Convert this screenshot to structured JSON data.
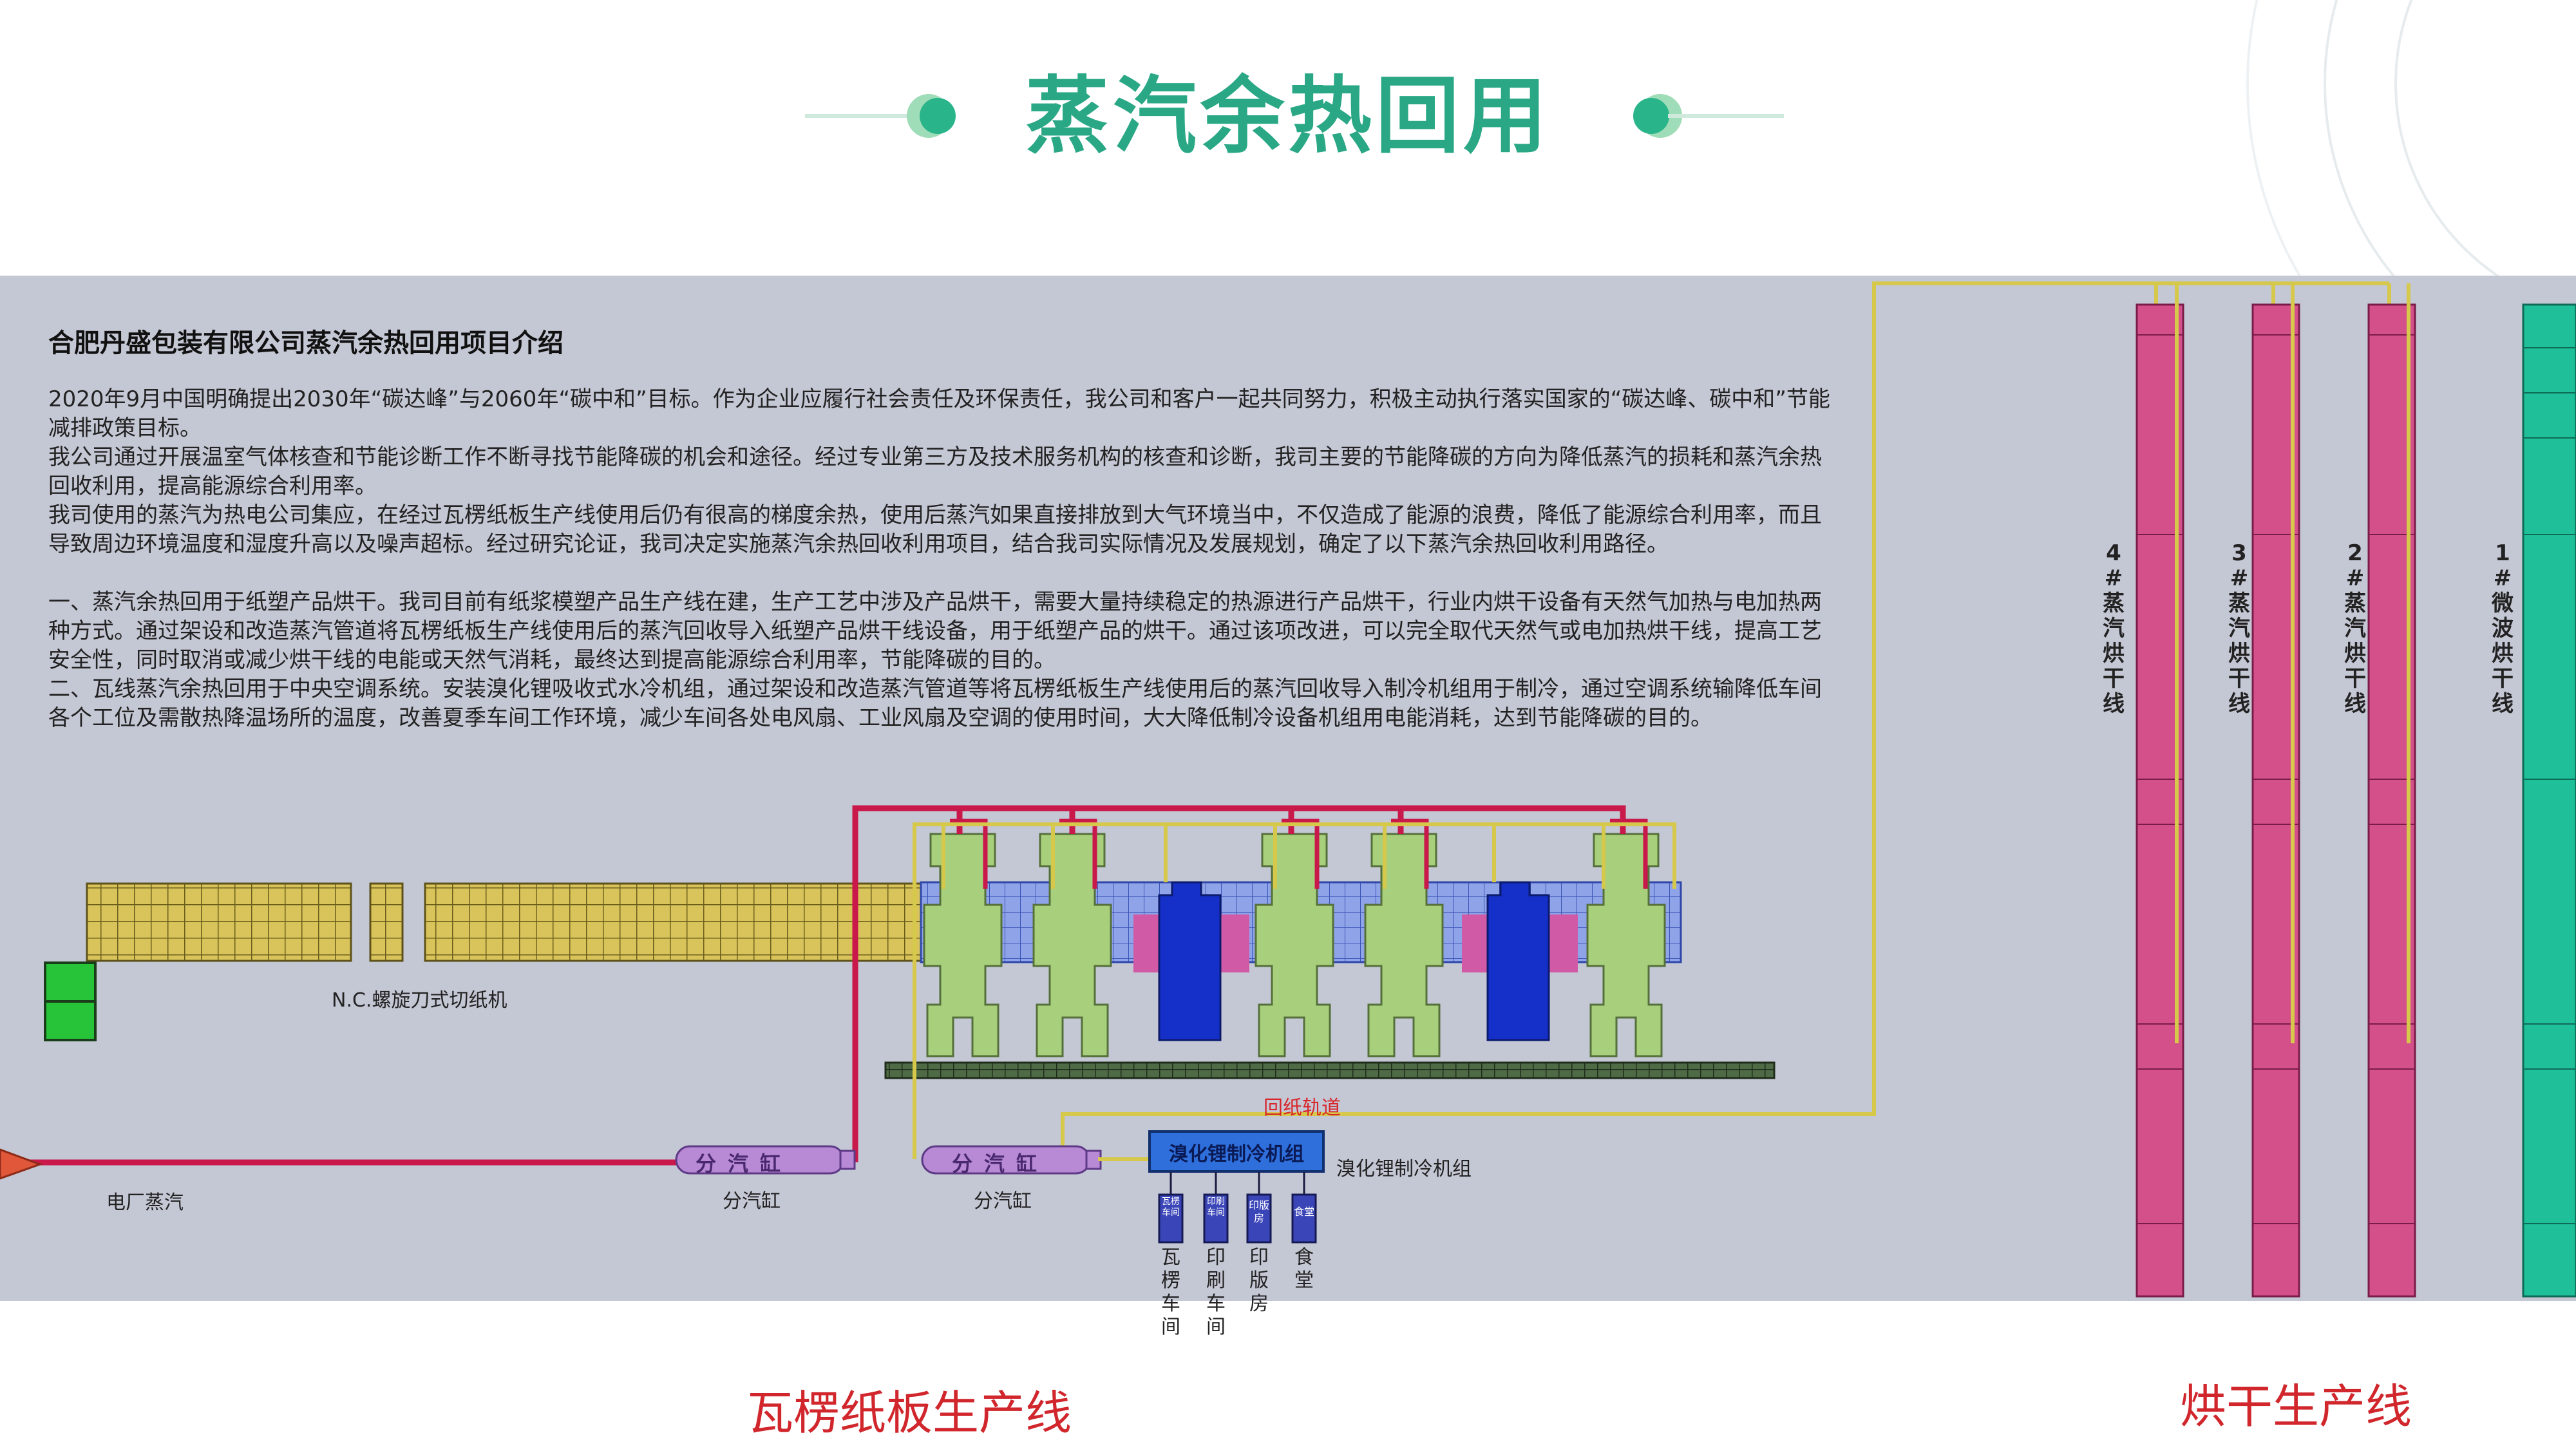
{
  "page": {
    "title": "蒸汽余热回用"
  },
  "intro": {
    "title": "合肥丹盛包装有限公司蒸汽余热回用项目介绍",
    "paragraphs": [
      "2020年9月中国明确提出2030年“碳达峰”与2060年“碳中和”目标。作为企业应履行社会责任及环保责任，我公司和客户一起共同努力，积极主动执行落实国家的“碳达峰、碳中和”节能减排政策目标。",
      "我公司通过开展温室气体核查和节能诊断工作不断寻找节能降碳的机会和途径。经过专业第三方及技术服务机构的核查和诊断，我司主要的节能降碳的方向为降低蒸汽的损耗和蒸汽余热回收利用，提高能源综合利用率。",
      "我司使用的蒸汽为热电公司集应，在经过瓦楞纸板生产线使用后仍有很高的梯度余热，使用后蒸汽如果直接排放到大气环境当中，不仅造成了能源的浪费，降低了能源综合利用率，而且导致周边环境温度和湿度升高以及噪声超标。经过研究论证，我司决定实施蒸汽余热回收利用项目，结合我司实际情况及发展规划，确定了以下蒸汽余热回收利用路径。",
      "一、蒸汽余热回用于纸塑产品烘干。我司目前有纸浆模塑产品生产线在建，生产工艺中涉及产品烘干，需要大量持续稳定的热源进行产品烘干，行业内烘干设备有天然气加热与电加热两种方式。通过架设和改造蒸汽管道将瓦楞纸板生产线使用后的蒸汽回收导入纸塑产品烘干线设备，用于纸塑产品的烘干。通过该项改进，可以完全取代天然气或电加热烘干线，提高工艺安全性，同时取消或减少烘干线的电能或天然气消耗，最终达到提高能源综合利用率，节能降碳的目的。",
      "二、瓦线蒸汽余热回用于中央空调系统。安装溴化锂吸收式水冷机组，通过架设和改造蒸汽管道等将瓦楞纸板生产线使用后的蒸汽回收导入制冷机组用于制冷，通过空调系统输降低车间各个工位及需散热降温场所的温度，改善夏季车间工作环境，减少车间各处电风扇、工业风扇及空调的使用时间，大大降低制冷设备机组用电能消耗，达到节能降碳的目的。"
    ]
  },
  "diagram": {
    "cutter_label": "N.C.螺旋刀式切纸机",
    "plant_steam_label": "电厂蒸汽",
    "header1": {
      "tag": "分汽缸",
      "label": "分汽缸"
    },
    "header2": {
      "tag": "分汽缸",
      "label": "分汽缸"
    },
    "return_track_label": "回纸轨道",
    "chiller": {
      "box_text": "溴化锂制冷机组",
      "label": "溴化锂制冷机组"
    },
    "consumers": [
      {
        "tag": "瓦楞车间",
        "label": "瓦楞车间"
      },
      {
        "tag": "印刷车间",
        "label": "印刷车间"
      },
      {
        "tag": "印版房",
        "label": "印版房"
      },
      {
        "tag": "食堂",
        "label": "食堂"
      }
    ],
    "dryer_lines": [
      {
        "label": "4#蒸汽烘干线"
      },
      {
        "label": "3#蒸汽烘干线"
      },
      {
        "label": "2#蒸汽烘干线"
      },
      {
        "label": "1#微波烘干线"
      }
    ],
    "bottom_captions": {
      "left": "瓦楞纸板生产线",
      "right": "烘干生产线"
    }
  },
  "colors": {
    "title_green": "#2aa886",
    "panel_bg": "#c4c7d4",
    "steam_pipe": "#c8194a",
    "return_pipe": "#d6c84a",
    "header_purple": "#b88ad6",
    "dryer_pink": "#d4508a",
    "microwave_teal": "#1fbf9a",
    "caption_red": "#d0262c"
  }
}
